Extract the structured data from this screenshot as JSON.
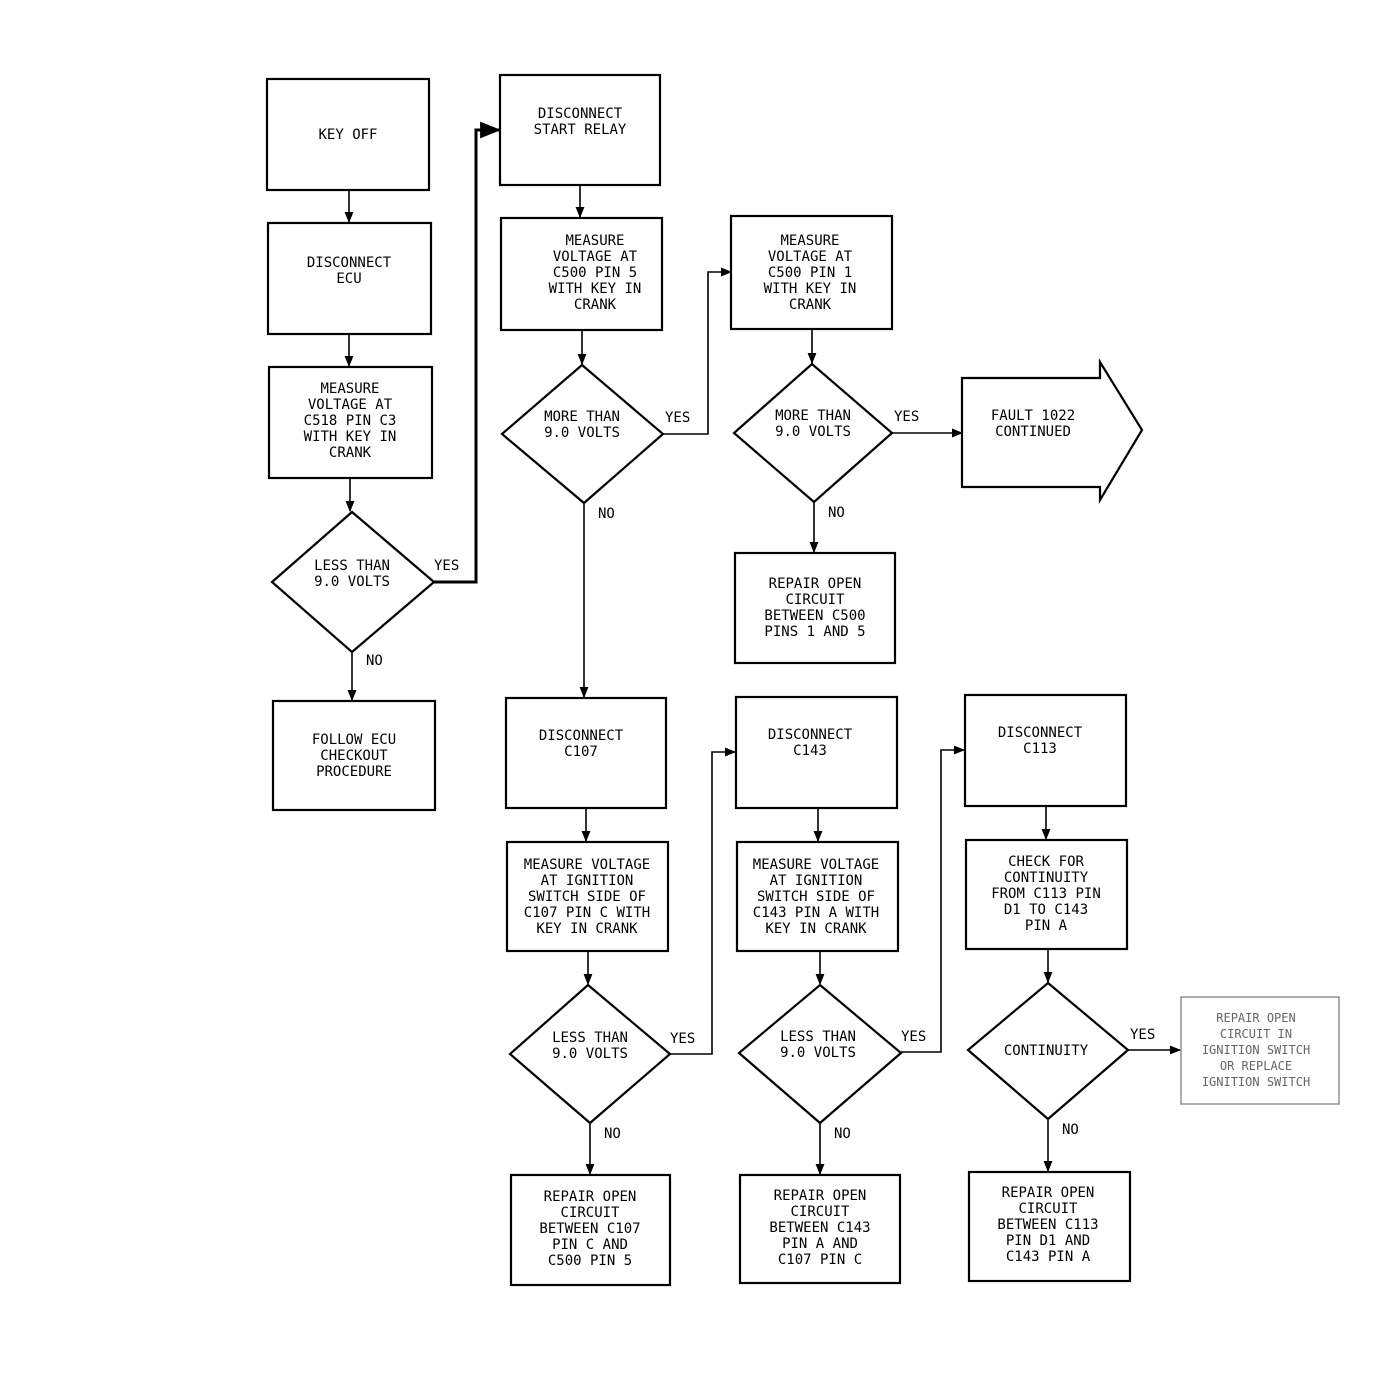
{
  "nodes": {
    "key_off": {
      "lines": [
        "KEY OFF"
      ]
    },
    "disconnect_ecu": {
      "lines": [
        "DISCONNECT",
        "ECU"
      ]
    },
    "measure_c518": {
      "lines": [
        "MEASURE",
        "VOLTAGE AT",
        "C518 PIN C3",
        "WITH KEY IN",
        "CRANK"
      ]
    },
    "less_than_1": {
      "lines": [
        "LESS THAN",
        "9.0 VOLTS"
      ]
    },
    "follow_ecu": {
      "lines": [
        "FOLLOW ECU",
        "CHECKOUT",
        "PROCEDURE"
      ]
    },
    "disconnect_start_relay": {
      "lines": [
        "DISCONNECT",
        "START RELAY"
      ]
    },
    "measure_c500_pin5": {
      "lines": [
        "MEASURE",
        "VOLTAGE AT",
        "C500 PIN 5",
        "WITH KEY IN",
        "CRANK"
      ]
    },
    "more_than_1": {
      "lines": [
        "MORE THAN",
        "9.0 VOLTS"
      ]
    },
    "measure_c500_pin1": {
      "lines": [
        "MEASURE",
        "VOLTAGE AT",
        "C500 PIN 1",
        "WITH KEY IN",
        "CRANK"
      ]
    },
    "more_than_2": {
      "lines": [
        "MORE THAN",
        "9.0 VOLTS"
      ]
    },
    "fault_continued": {
      "lines": [
        "FAULT 1022",
        "CONTINUED"
      ]
    },
    "repair_c500": {
      "lines": [
        "REPAIR OPEN",
        "CIRCUIT",
        "BETWEEN C500",
        "PINS 1 AND 5"
      ]
    },
    "disconnect_c107": {
      "lines": [
        "DISCONNECT",
        "C107"
      ]
    },
    "measure_c107": {
      "lines": [
        "MEASURE VOLTAGE",
        "AT IGNITION",
        "SWITCH SIDE OF",
        "C107 PIN C WITH",
        "KEY IN CRANK"
      ]
    },
    "less_than_2": {
      "lines": [
        "LESS THAN",
        "9.0 VOLTS"
      ]
    },
    "repair_c107": {
      "lines": [
        "REPAIR OPEN",
        "CIRCUIT",
        "BETWEEN C107",
        "PIN C AND",
        "C500 PIN 5"
      ]
    },
    "disconnect_c143": {
      "lines": [
        "DISCONNECT",
        "C143"
      ]
    },
    "measure_c143": {
      "lines": [
        "MEASURE VOLTAGE",
        "AT IGNITION",
        "SWITCH SIDE OF",
        "C143 PIN A WITH",
        "KEY IN CRANK"
      ]
    },
    "less_than_3": {
      "lines": [
        "LESS THAN",
        "9.0 VOLTS"
      ]
    },
    "repair_c143": {
      "lines": [
        "REPAIR OPEN",
        "CIRCUIT",
        "BETWEEN C143",
        "PIN A AND",
        "C107 PIN C"
      ]
    },
    "disconnect_c113": {
      "lines": [
        "DISCONNECT",
        "C113"
      ]
    },
    "check_continuity": {
      "lines": [
        "CHECK FOR",
        "CONTINUITY",
        "FROM C113 PIN",
        "D1 TO C143",
        "PIN A"
      ]
    },
    "continuity": {
      "lines": [
        "CONTINUITY"
      ]
    },
    "repair_c113": {
      "lines": [
        "REPAIR OPEN",
        "CIRCUIT",
        "BETWEEN C113",
        "PIN D1 AND",
        "C143 PIN A"
      ]
    },
    "repair_ignition_switch": {
      "lines": [
        "REPAIR OPEN",
        "CIRCUIT IN",
        "IGNITION SWITCH",
        "OR REPLACE",
        "IGNITION SWITCH"
      ]
    }
  },
  "edge_labels": {
    "yes": "YES",
    "no": "NO"
  }
}
